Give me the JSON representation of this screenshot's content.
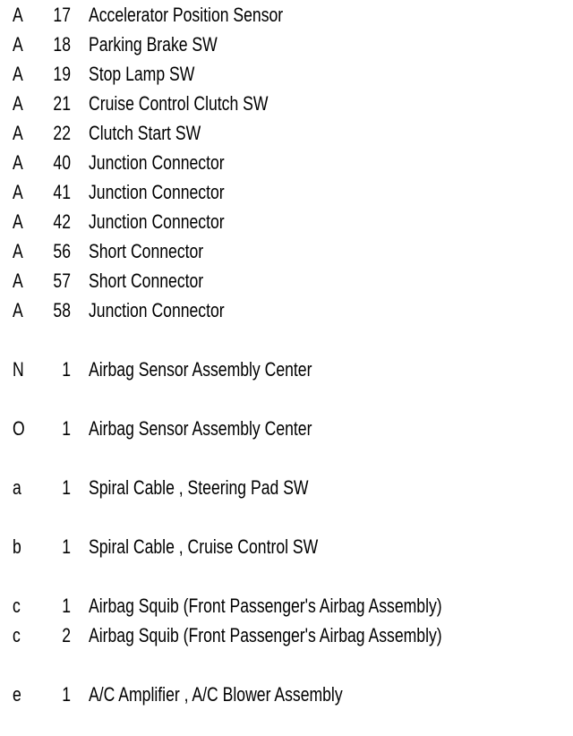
{
  "document": {
    "type": "connector-legend-table",
    "background_color": "#ffffff",
    "text_color": "#000000",
    "columns": [
      "code",
      "number",
      "description"
    ]
  },
  "groups": [
    {
      "id": "group-a",
      "rows": [
        {
          "code": "A",
          "number": "17",
          "description": "Accelerator Position Sensor"
        },
        {
          "code": "A",
          "number": "18",
          "description": "Parking Brake SW"
        },
        {
          "code": "A",
          "number": "19",
          "description": "Stop Lamp SW"
        },
        {
          "code": "A",
          "number": "21",
          "description": "Cruise Control Clutch SW"
        },
        {
          "code": "A",
          "number": "22",
          "description": "Clutch Start SW"
        },
        {
          "code": "A",
          "number": "40",
          "description": "Junction Connector"
        },
        {
          "code": "A",
          "number": "41",
          "description": "Junction Connector"
        },
        {
          "code": "A",
          "number": "42",
          "description": "Junction Connector"
        },
        {
          "code": "A",
          "number": "56",
          "description": "Short Connector"
        },
        {
          "code": "A",
          "number": "57",
          "description": "Short Connector"
        },
        {
          "code": "A",
          "number": "58",
          "description": "Junction Connector"
        }
      ]
    },
    {
      "id": "group-n",
      "rows": [
        {
          "code": "N",
          "number": "1",
          "description": "Airbag Sensor Assembly Center"
        }
      ]
    },
    {
      "id": "group-o",
      "rows": [
        {
          "code": "O",
          "number": "1",
          "description": "Airbag Sensor Assembly Center"
        }
      ]
    },
    {
      "id": "group-a-lower",
      "rows": [
        {
          "code": "a",
          "number": "1",
          "description": "Spiral Cable , Steering Pad SW"
        }
      ]
    },
    {
      "id": "group-b-lower",
      "rows": [
        {
          "code": "b",
          "number": "1",
          "description": "Spiral Cable , Cruise Control SW"
        }
      ]
    },
    {
      "id": "group-c-lower",
      "rows": [
        {
          "code": "c",
          "number": "1",
          "description": "Airbag Squib (Front Passenger's Airbag Assembly)"
        },
        {
          "code": "c",
          "number": "2",
          "description": "Airbag Squib (Front Passenger's Airbag Assembly)"
        }
      ]
    },
    {
      "id": "group-e-lower",
      "rows": [
        {
          "code": "e",
          "number": "1",
          "description": "A/C Amplifier , A/C Blower Assembly"
        }
      ]
    }
  ]
}
